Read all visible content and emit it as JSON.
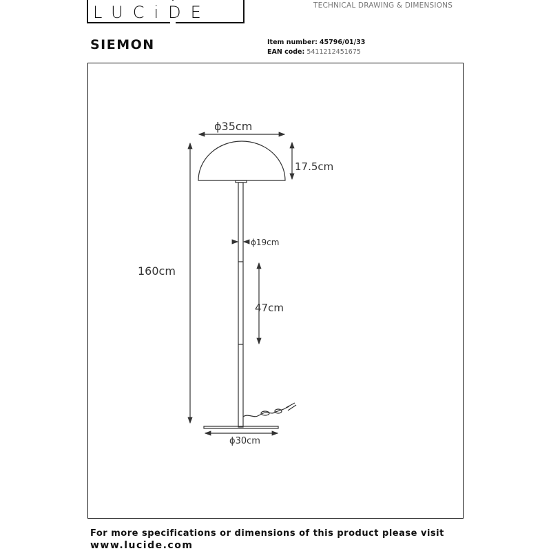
{
  "brand": {
    "logo_text": "LUCIDE"
  },
  "header": {
    "doc_type": "TECHNICAL DRAWING & DIMENSIONS",
    "product_name": "SIEMON"
  },
  "meta": {
    "item_label": "Item number:",
    "item_value": "45796/01/33",
    "ean_label": "EAN code:",
    "ean_value": "5411212451675"
  },
  "dimensions": {
    "shade_diameter": "ϕ35cm",
    "shade_height": "17.5cm",
    "total_height": "160cm",
    "pole_diameter": "ϕ19cm",
    "segment_length": "47cm",
    "base_diameter": "ϕ30cm"
  },
  "footer": {
    "line1": "For more specifications or dimensions of this product please visit",
    "url": "www.lucide.com"
  }
}
